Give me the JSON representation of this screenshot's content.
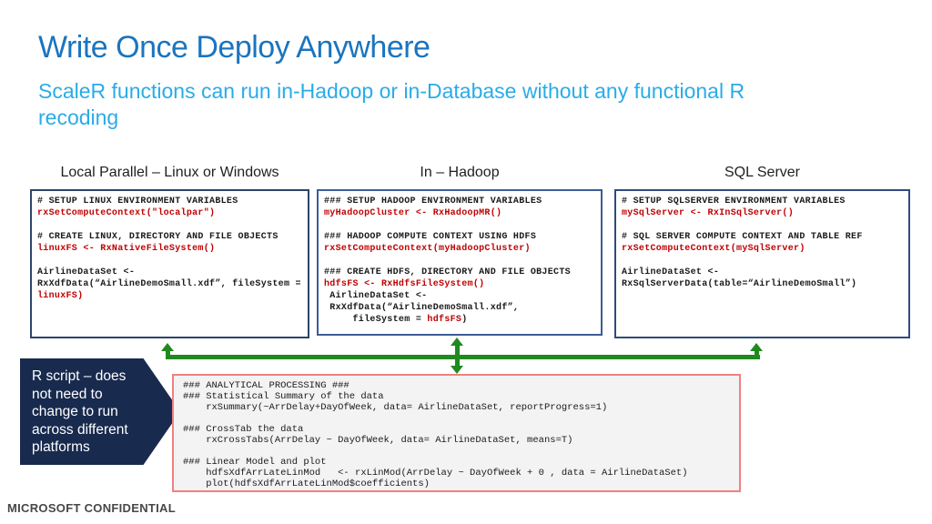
{
  "slide": {
    "title": "Write Once Deploy Anywhere",
    "subtitle_line1": "ScaleR functions can run in-Hadoop or in-Database without any functional R",
    "subtitle_line2": "recoding",
    "callout_text": "R script – does not need to change to run across different platforms",
    "footer": "MICROSOFT CONFIDENTIAL"
  },
  "colors": {
    "title_blue": "#1B74BF",
    "subtitle_cyan": "#29ACE8",
    "arrow_green": "#1F8A1F",
    "callout_navy": "#182A4E",
    "code_red": "#C00000",
    "code_black": "#1A1A1A",
    "panel_border_1": "#2B4568",
    "panel_border_2": "#3D5C96",
    "panel_border_3": "#2E4C7E",
    "bottom_border_salmon": "#F28080",
    "bottom_fill": "#F3F3F3",
    "label_text": "#1F1F1F",
    "footer_gray": "#474747"
  },
  "panels": [
    {
      "label": "Local Parallel – Linux or Windows",
      "code": [
        [
          [
            "k",
            "# SETUP LINUX ENVIRONMENT VARIABLES"
          ]
        ],
        [
          [
            "r",
            "rxSetComputeContext(\"localpar\")"
          ]
        ],
        [],
        [
          [
            "k",
            "# CREATE LINUX, DIRECTORY AND FILE OBJECTS"
          ]
        ],
        [
          [
            "r",
            "linuxFS <- RxNativeFileSystem()"
          ]
        ],
        [],
        [
          [
            "k",
            "AirlineDataSet <-"
          ]
        ],
        [
          [
            "k",
            "RxXdfData(“AirlineDemoSmall.xdf”, fileSystem ="
          ]
        ],
        [
          [
            "r",
            "linuxFS)"
          ]
        ]
      ]
    },
    {
      "label": "In – Hadoop",
      "code": [
        [
          [
            "k",
            "### SETUP HADOOP ENVIRONMENT VARIABLES"
          ]
        ],
        [
          [
            "r",
            "myHadoopCluster <- RxHadoopMR()"
          ]
        ],
        [],
        [
          [
            "k",
            "### HADOOP COMPUTE CONTEXT USING HDFS"
          ]
        ],
        [
          [
            "r",
            "rxSetComputeContext(myHadoopCluster)"
          ]
        ],
        [],
        [
          [
            "k",
            "### CREATE HDFS, DIRECTORY AND FILE OBJECTS"
          ]
        ],
        [
          [
            "r",
            "hdfsFS <- RxHdfsFileSystem()"
          ]
        ],
        [
          [
            "k",
            " AirlineDataSet <-"
          ]
        ],
        [
          [
            "k",
            " RxXdfData(“AirlineDemoSmall.xdf”,"
          ]
        ],
        [
          [
            "k",
            "     fileSystem = "
          ],
          [
            "r",
            "hdfsFS"
          ],
          [
            "k",
            ")"
          ]
        ]
      ]
    },
    {
      "label": "SQL Server",
      "code": [
        [
          [
            "k",
            "# SETUP SQLSERVER ENVIRONMENT VARIABLES"
          ]
        ],
        [
          [
            "r",
            "mySqlServer <- RxInSqlServer()"
          ]
        ],
        [],
        [
          [
            "k",
            "# SQL SERVER COMPUTE CONTEXT AND TABLE REF"
          ]
        ],
        [
          [
            "r",
            "rxSetComputeContext(mySqlServer)"
          ]
        ],
        [],
        [
          [
            "k",
            "AirlineDataSet <-"
          ]
        ],
        [
          [
            "k",
            "RxSqlServerData(table=“AirlineDemoSmall”)"
          ]
        ]
      ]
    }
  ],
  "bottom_panel": {
    "code": [
      [
        [
          "k",
          "### ANALYTICAL PROCESSING ###"
        ]
      ],
      [
        [
          "k",
          "### Statistical Summary of the data"
        ]
      ],
      [
        [
          "k",
          "    rxSummary(~ArrDelay+DayOfWeek, data= AirlineDataSet, reportProgress=1)"
        ]
      ],
      [],
      [
        [
          "k",
          "### CrossTab the data"
        ]
      ],
      [
        [
          "k",
          "    rxCrossTabs(ArrDelay ~ DayOfWeek, data= AirlineDataSet, means=T)"
        ]
      ],
      [],
      [
        [
          "k",
          "### Linear Model and plot"
        ]
      ],
      [
        [
          "k",
          "    hdfsXdfArrLateLinMod   <- rxLinMod(ArrDelay ~ DayOfWeek + 0 , data = AirlineDataSet)"
        ]
      ],
      [
        [
          "k",
          "    plot(hdfsXdfArrLateLinMod$coefficients)"
        ]
      ]
    ]
  }
}
